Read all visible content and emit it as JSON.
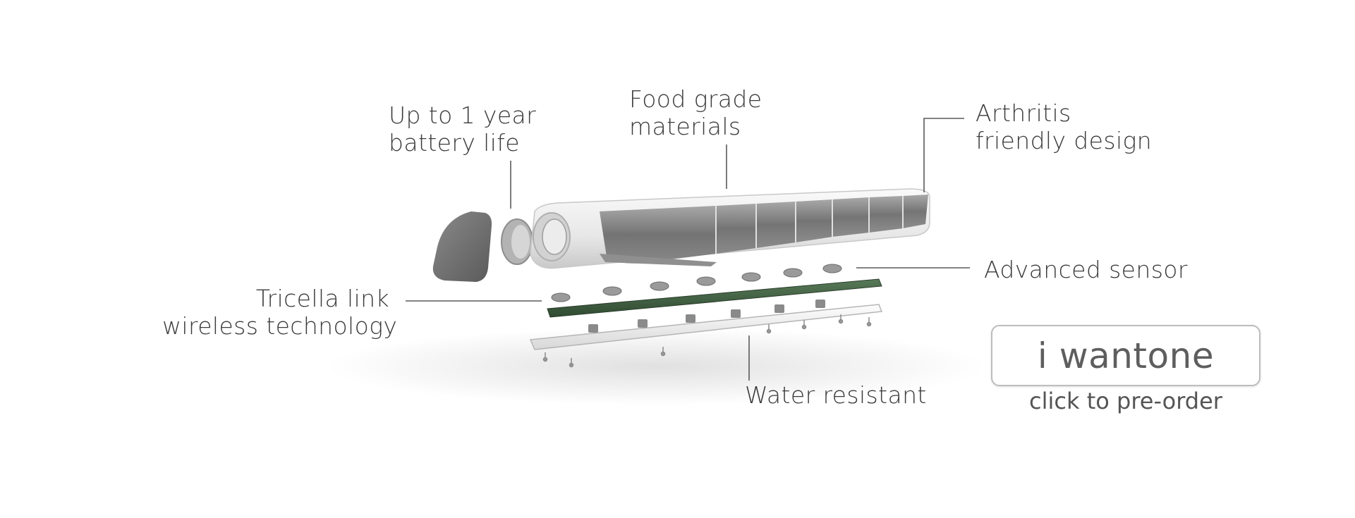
{
  "features": {
    "battery": {
      "line1": "Up to 1 year",
      "line2": "battery life"
    },
    "food_grade": {
      "line1": "Food grade",
      "line2": "materials"
    },
    "arthritis": {
      "line1": "Arthritis",
      "line2": "friendly design"
    },
    "sensor": {
      "line1": "Advanced sensor"
    },
    "wireless": {
      "line1": "Tricella link",
      "line2": "wireless technology"
    },
    "water": {
      "line1": "Water resistant"
    }
  },
  "cta": {
    "button_label": "i wantone",
    "subtext": "click to pre-order"
  },
  "colors": {
    "text": "#3b3b3b",
    "leader": "#5a5a5a",
    "pcb": "#3f5b40",
    "cap": "#6d6d6d"
  }
}
